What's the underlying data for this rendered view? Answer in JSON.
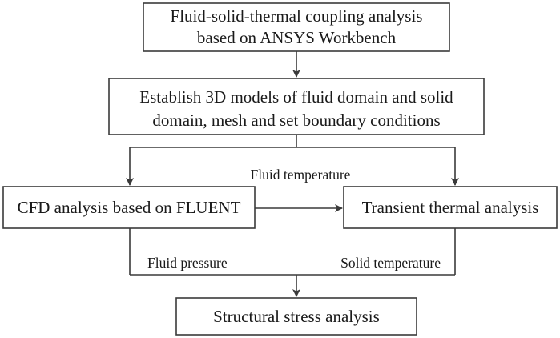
{
  "nodes": {
    "top": {
      "line1": "Fluid-solid-thermal coupling analysis",
      "line2": "based on ANSYS Workbench"
    },
    "models": {
      "line1": "Establish 3D models of fluid domain and solid",
      "line2": "domain, mesh and set boundary conditions"
    },
    "cfd": {
      "line1": "CFD analysis based on FLUENT"
    },
    "thermal": {
      "line1": "Transient thermal analysis"
    },
    "stress": {
      "line1": "Structural stress analysis"
    }
  },
  "edge_labels": {
    "fluid_temperature": "Fluid temperature",
    "fluid_pressure": "Fluid pressure",
    "solid_temperature": "Solid temperature"
  },
  "colors": {
    "stroke": "#3a3a3a",
    "text": "#1a1a1a",
    "background": "#ffffff"
  }
}
